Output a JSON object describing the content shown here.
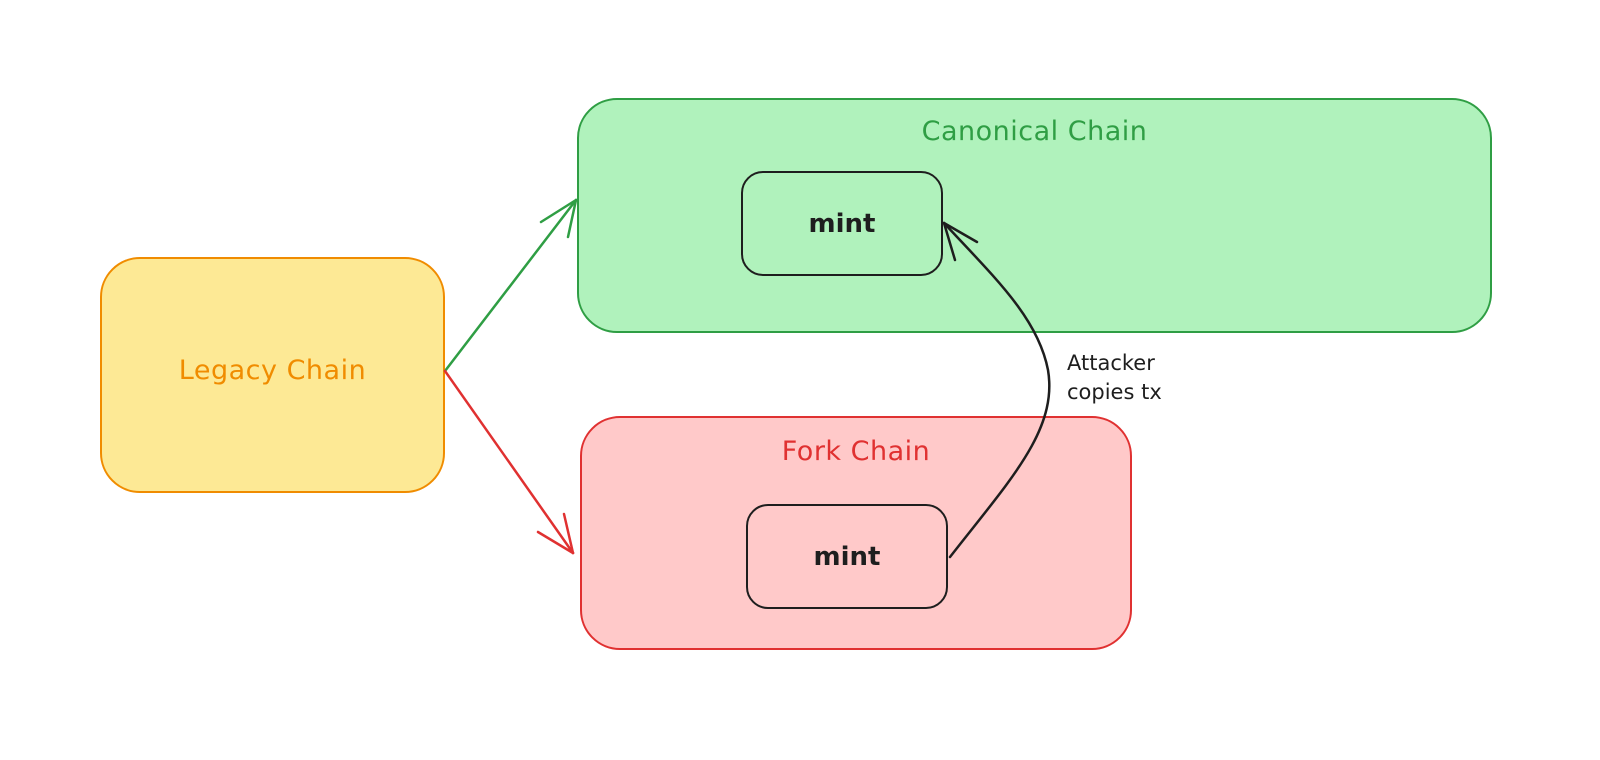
{
  "nodes": {
    "legacy": {
      "label": "Legacy Chain"
    },
    "canonical": {
      "label": "Canonical Chain",
      "mint_label": "mint"
    },
    "fork": {
      "label": "Fork Chain",
      "mint_label": "mint"
    }
  },
  "edges": {
    "attack": {
      "label_line1": "Attacker",
      "label_line2": "copies tx"
    }
  },
  "colors": {
    "legacy_fill": "#fde995",
    "legacy_stroke": "#f08c00",
    "canonical_fill": "#b0f2bc",
    "canonical_stroke": "#2f9e44",
    "fork_fill": "#ffc9c9",
    "fork_stroke": "#e03131",
    "ink": "#1e1e1e"
  }
}
